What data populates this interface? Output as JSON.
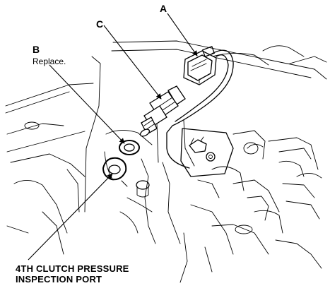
{
  "callouts": {
    "a": {
      "letter": "A"
    },
    "b": {
      "letter": "B",
      "note": "Replace."
    },
    "c": {
      "letter": "C"
    }
  },
  "caption": {
    "line1": "4TH CLUTCH PRESSURE",
    "line2": "INSPECTION PORT"
  }
}
